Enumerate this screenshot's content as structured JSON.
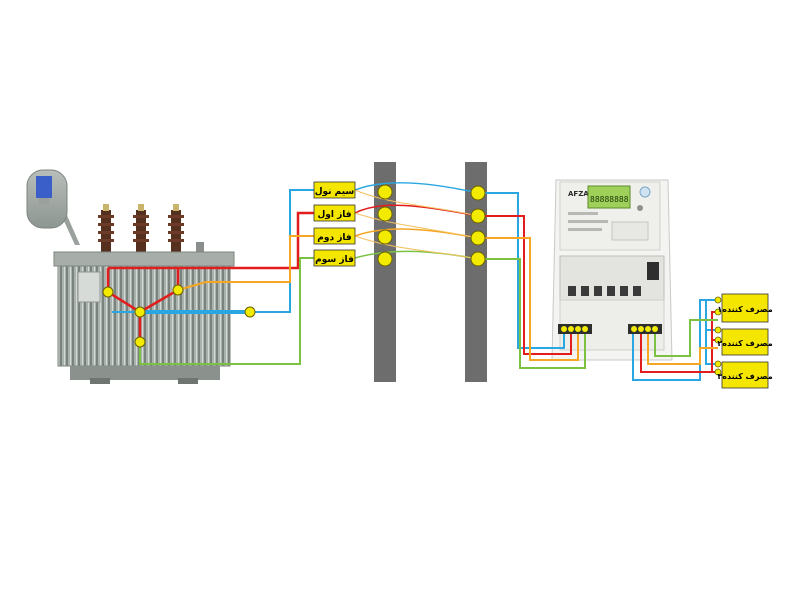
{
  "wire_labels": [
    "سیم نول",
    "فاز اول",
    "فاز دوم",
    "فاز سوم"
  ],
  "consumers": [
    "مصرف کننده۱",
    "مصرف کننده۲",
    "مصرف کننده۳"
  ],
  "meter": {
    "brand": "AFZAR",
    "lcd_digits": "88888888"
  },
  "colors": {
    "neutral": "#2aa7e0",
    "phase1": "#e11d1d",
    "phase2": "#f5a623",
    "phase3": "#7cc242",
    "label_fill": "#f5e600",
    "pole": "#6d6d6d",
    "node": "#f2ea00"
  }
}
